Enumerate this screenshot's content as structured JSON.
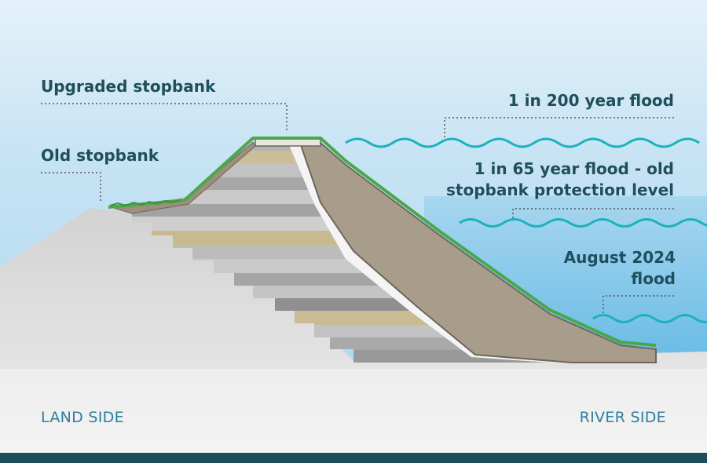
{
  "labels": {
    "upgraded_stopbank": "Upgraded stopbank",
    "old_stopbank": "Old stopbank",
    "flood_200": "1 in 200 year flood",
    "flood_65_line1": "1 in 65 year flood - old",
    "flood_65_line2": "stopbank protection level",
    "august_line1": "August 2024",
    "august_line2": "flood"
  },
  "sides": {
    "land": "LAND SIDE",
    "river": "RIVER SIDE"
  },
  "colors": {
    "sky": "#bfe0f2",
    "water": "#62b9e3",
    "wave": "#19b3bd",
    "label": "#1f4e5c",
    "side_label": "#2d7ea0",
    "grass": "#4aa84a",
    "clay_facing": "#a89d8b",
    "footer": "#1c4d5b"
  }
}
